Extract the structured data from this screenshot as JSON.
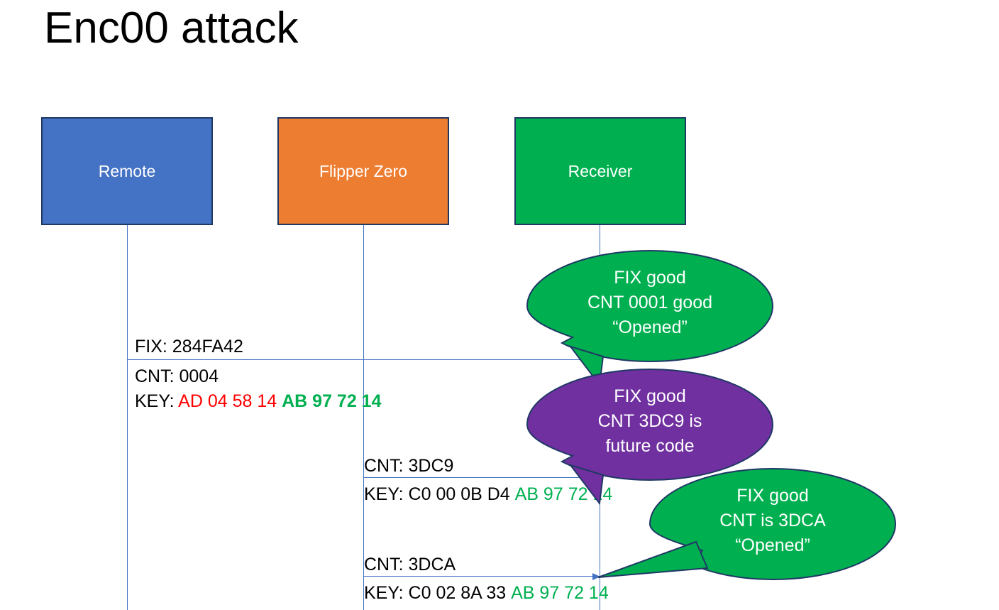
{
  "title": "Enc00 attack",
  "actors": [
    {
      "id": "remote",
      "label": "Remote",
      "color": "#4472C4"
    },
    {
      "id": "flipper",
      "label": "Flipper Zero",
      "color": "#ED7D31"
    },
    {
      "id": "receiver",
      "label": "Receiver",
      "color": "#00B050"
    }
  ],
  "messages": [
    {
      "id": "msg1",
      "from": "remote",
      "to": "receiver",
      "fix_label": "FIX: 284FA42",
      "cnt_label": "CNT: 0004",
      "key_prefix": "KEY: ",
      "key_part1": "AD 04 58 14",
      "key_part1_color": "#FF0000",
      "key_part2": "AB 97 72 14",
      "key_part2_color": "#00B050"
    },
    {
      "id": "msg2",
      "from": "flipper",
      "to": "receiver",
      "cnt_label": "CNT: 3DC9",
      "key_prefix": "KEY: ",
      "key_part1": "C0 00 0B D4",
      "key_part1_color": "#000000",
      "key_part2": "AB 97 72 14",
      "key_part2_color": "#00B050"
    },
    {
      "id": "msg3",
      "from": "flipper",
      "to": "receiver",
      "cnt_label": "CNT: 3DCA",
      "key_prefix": "KEY: ",
      "key_part1": "C0 02 8A 33",
      "key_part1_color": "#000000",
      "key_part2": "AB 97 72 14",
      "key_part2_color": "#00B050"
    }
  ],
  "callouts": [
    {
      "id": "callout1",
      "color": "#00B050",
      "line1": "FIX good",
      "line2": "CNT 0001 good",
      "line3": "“Opened”"
    },
    {
      "id": "callout2",
      "color": "#7030A0",
      "line1": "FIX good",
      "line2": "CNT 3DC9 is",
      "line3": "future code"
    },
    {
      "id": "callout3",
      "color": "#00B050",
      "line1": "FIX good",
      "line2": "CNT is 3DCA",
      "line3": "“Opened”"
    }
  ]
}
